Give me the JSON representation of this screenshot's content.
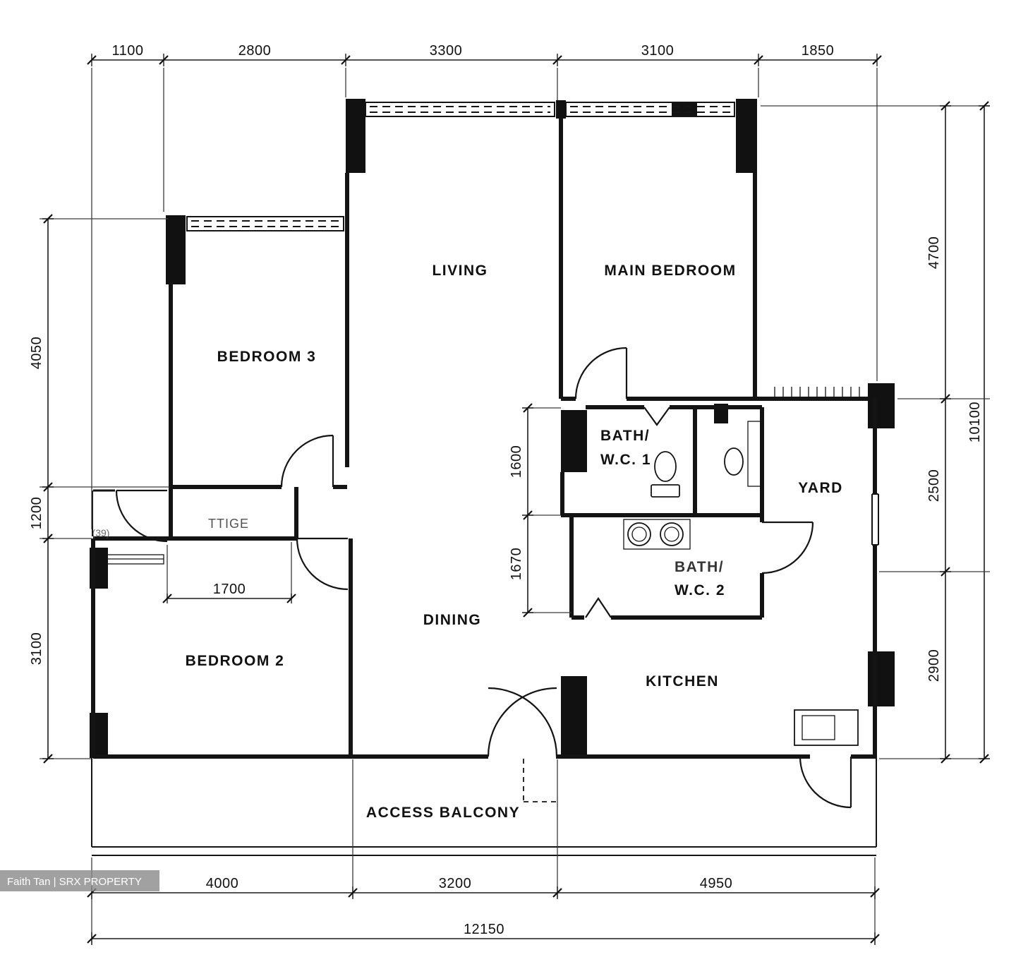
{
  "watermark": {
    "text": "Faith Tan | SRX PROPERTY"
  },
  "rooms": {
    "living": "LIVING",
    "main_bedroom": "MAIN BEDROOM",
    "bedroom3": "BEDROOM 3",
    "bedroom2": "BEDROOM 2",
    "dining": "DINING",
    "kitchen": "KITCHEN",
    "yard": "YARD",
    "bath1_line1": "BATH/",
    "bath1_line2": "W.C. 1",
    "bath2_line1": "BATH/",
    "bath2_line2": "W.C. 2",
    "access_balcony": "ACCESS BALCONY",
    "store_garbled": "TTIGE",
    "entry_garbled": "(39)"
  },
  "dims": {
    "top": [
      "1100",
      "2800",
      "3300",
      "3100",
      "1850"
    ],
    "left": [
      "4050",
      "1200",
      "3100"
    ],
    "right": [
      "4700",
      "2500",
      "2900"
    ],
    "right_total": "10100",
    "bottom": [
      "4000",
      "3200",
      "4950"
    ],
    "bottom_total": "12150",
    "store_width": "1700",
    "bath1_depth": "1600",
    "bath2_depth": "1670"
  },
  "colors": {
    "line": "#141414",
    "background": "#ffffff",
    "watermark_bg": "#8a8a8a",
    "watermark_text": "#ffffff"
  }
}
